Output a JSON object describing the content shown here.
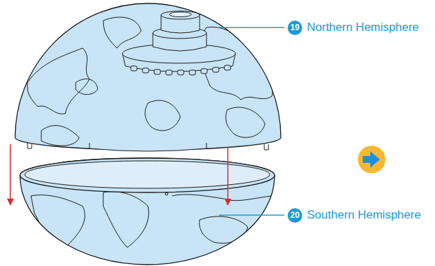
{
  "diagram": {
    "labels": [
      "19",
      "Northern Hemisphere",
      "20",
      "Southern Hemisphere"
    ]
  }
}
